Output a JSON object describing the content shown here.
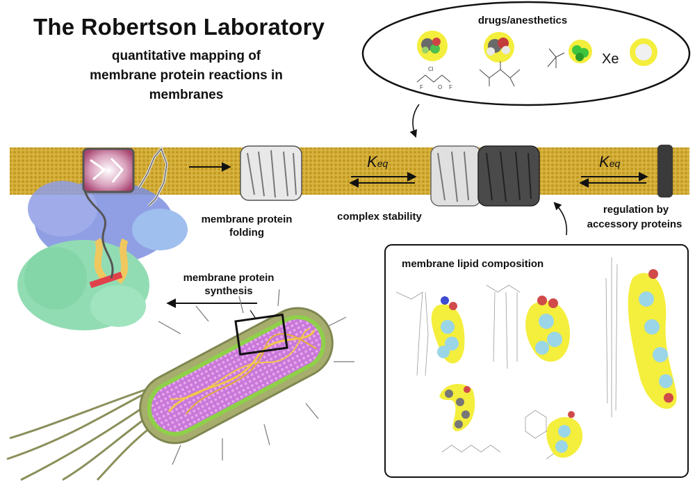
{
  "header": {
    "title": "The Robertson Laboratory",
    "subtitle_lines": [
      "quantitative mapping of",
      "membrane protein reactions in",
      "membranes"
    ]
  },
  "labels": {
    "drugs": "drugs/anesthetics",
    "xe": "Xe",
    "folding": [
      "membrane protein",
      "folding"
    ],
    "complex": "complex stability",
    "regulation": [
      "regulation by",
      "accessory proteins"
    ],
    "synthesis": [
      "membrane protein",
      "synthesis"
    ],
    "lipid": "membrane lipid composition",
    "keq_main": "K",
    "keq_sub": "eq"
  },
  "colors": {
    "membrane": "#d8b442",
    "membrane_dots": "#c9a12a",
    "highlight_yellow": "#f4ee3c",
    "protein_white": "#e8e8e8",
    "protein_dark": "#4a4a4a",
    "ribosome_blue": "#7d8fe0",
    "ribosome_green": "#7fd6a6",
    "cell_wall": "#a6ad6d",
    "cell_interior": "#c46fd4"
  }
}
